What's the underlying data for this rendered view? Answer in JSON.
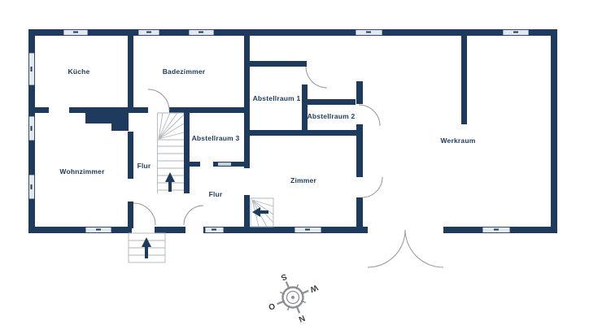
{
  "colors": {
    "wall": "#1e3a5c",
    "window_fill": "#e3e8ec",
    "line_gray": "#8f959c",
    "stair_gray": "#b0b6bc",
    "text": "#1e3a5c",
    "compass_gray": "#8b9097",
    "compass_text": "#3b3b3b"
  },
  "rooms": [
    {
      "id": "kueche",
      "name": "Küche"
    },
    {
      "id": "badezimmer",
      "name": "Badezimmer"
    },
    {
      "id": "abstellraum-1",
      "name": "Abstellraum 1"
    },
    {
      "id": "abstellraum-2",
      "name": "Abstellraum 2"
    },
    {
      "id": "abstellraum-3",
      "name": "Abstellraum 3"
    },
    {
      "id": "wohnzimmer",
      "name": "Wohnzimmer"
    },
    {
      "id": "flur-upper",
      "name": "Flur"
    },
    {
      "id": "flur-lower",
      "name": "Flur"
    },
    {
      "id": "zimmer",
      "name": "Zimmer"
    },
    {
      "id": "werkraum",
      "name": "Werkraum"
    }
  ],
  "compass": {
    "n": "N",
    "s": "S",
    "o": "O",
    "w": "W"
  }
}
